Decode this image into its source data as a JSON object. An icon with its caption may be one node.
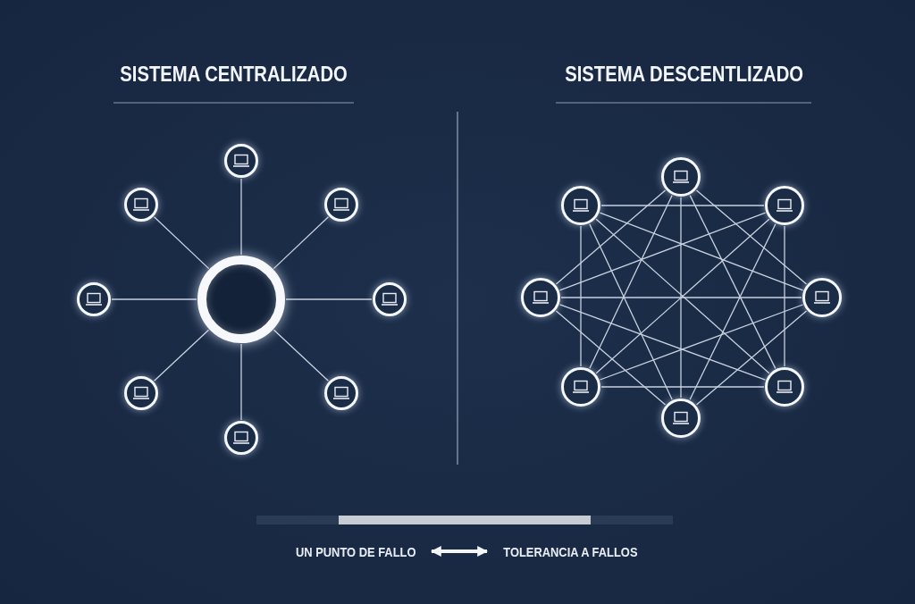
{
  "diagram": {
    "nodes": [
      {
        "text": [],
        "shape": "circle"
      },
      {
        "text": [],
        "shape": "circle"
      },
      {
        "text": [],
        "shape": "circle"
      },
      {
        "text": [],
        "shape": "circle"
      },
      {
        "text": [],
        "shape": "circle"
      },
      {
        "text": [],
        "shape": "circle"
      },
      {
        "text": [],
        "shape": "circle"
      },
      {
        "text": [],
        "shape": "circle"
      },
      {
        "text": [],
        "shape": "circle"
      },
      {
        "text": [],
        "shape": "circle"
      },
      {
        "text": [],
        "shape": "circle"
      },
      {
        "text": [],
        "shape": "circle"
      },
      {
        "text": [],
        "shape": "circle"
      },
      {
        "text": [],
        "shape": "circle"
      },
      {
        "text": [],
        "shape": "circle"
      },
      {
        "text": [],
        "shape": "circle"
      },
      {
        "text": [],
        "shape": "circle"
      },
      {
        "text": [
          "UN PUNTO DE FALLO"
        ]
      },
      {
        "text": [
          "TOLERANCIA A FALLOS"
        ]
      }
    ],
    "edges": [
      {
        "from": 4,
        "to": 0,
        "arrow": "none"
      },
      {
        "from": 4,
        "to": 1,
        "arrow": "none"
      },
      {
        "from": 4,
        "to": 2,
        "arrow": "none"
      },
      {
        "from": 4,
        "to": 3,
        "arrow": "none"
      },
      {
        "from": 4,
        "to": 5,
        "arrow": "none"
      },
      {
        "from": 4,
        "to": 6,
        "arrow": "none"
      },
      {
        "from": 4,
        "to": 7,
        "arrow": "none"
      },
      {
        "from": 4,
        "to": 8,
        "arrow": "none"
      },
      {
        "from": 9,
        "to": 13,
        "arrow": "none"
      },
      {
        "from": 9,
        "to": 15,
        "arrow": "none"
      },
      {
        "from": 9,
        "to": 16,
        "arrow": "none"
      },
      {
        "from": 9,
        "to": 14,
        "arrow": "none"
      },
      {
        "from": 9,
        "to": 12,
        "arrow": "none"
      },
      {
        "from": 11,
        "to": 15,
        "arrow": "none"
      },
      {
        "from": 11,
        "to": 16,
        "arrow": "none"
      },
      {
        "from": 11,
        "to": 14,
        "arrow": "none"
      },
      {
        "from": 11,
        "to": 12,
        "arrow": "none"
      },
      {
        "from": 11,
        "to": 10,
        "arrow": "none"
      },
      {
        "from": 13,
        "to": 16,
        "arrow": "none"
      },
      {
        "from": 13,
        "to": 14,
        "arrow": "none"
      },
      {
        "from": 13,
        "to": 12,
        "arrow": "none"
      },
      {
        "from": 13,
        "to": 10,
        "arrow": "none"
      },
      {
        "from": 15,
        "to": 14,
        "arrow": "none"
      },
      {
        "from": 15,
        "to": 12,
        "arrow": "none"
      },
      {
        "from": 15,
        "to": 10,
        "arrow": "none"
      },
      {
        "from": 16,
        "to": 12,
        "arrow": "none"
      },
      {
        "from": 16,
        "to": 10,
        "arrow": "none"
      },
      {
        "from": 14,
        "to": 10,
        "arrow": "none"
      },
      {
        "from": 17,
        "to": 18,
        "arrow": "both",
        "style": "thick"
      }
    ],
    "labels": [
      "SISTEMA CENTRALIZADO",
      "SISTEMA DESCENTLIZADO"
    ]
  }
}
